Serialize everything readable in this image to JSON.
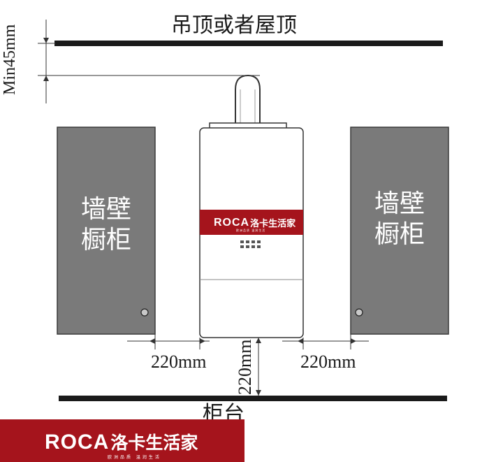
{
  "labels": {
    "ceiling": "吊顶或者屋顶",
    "min_clearance": "Min45mm",
    "left_cabinet_line1": "墙壁",
    "left_cabinet_line2": "橱柜",
    "right_cabinet_line1": "墙壁",
    "right_cabinet_line2": "橱柜",
    "left_gap": "220mm",
    "right_gap": "220mm",
    "bottom_gap": "220mm",
    "countertop": "柜台"
  },
  "heater": {
    "brand_latin": "ROCA",
    "brand_cn": "洛卡生活家",
    "brand_tagline": "欧洲品质  温润生活"
  },
  "footer": {
    "brand_latin": "ROCA",
    "brand_cn": "洛卡生活家",
    "tagline": "欧洲品质    温润生活"
  },
  "colors": {
    "cabinet": "#7a7a7a",
    "brand_red": "#a5141c",
    "line": "#1a1a1a"
  }
}
